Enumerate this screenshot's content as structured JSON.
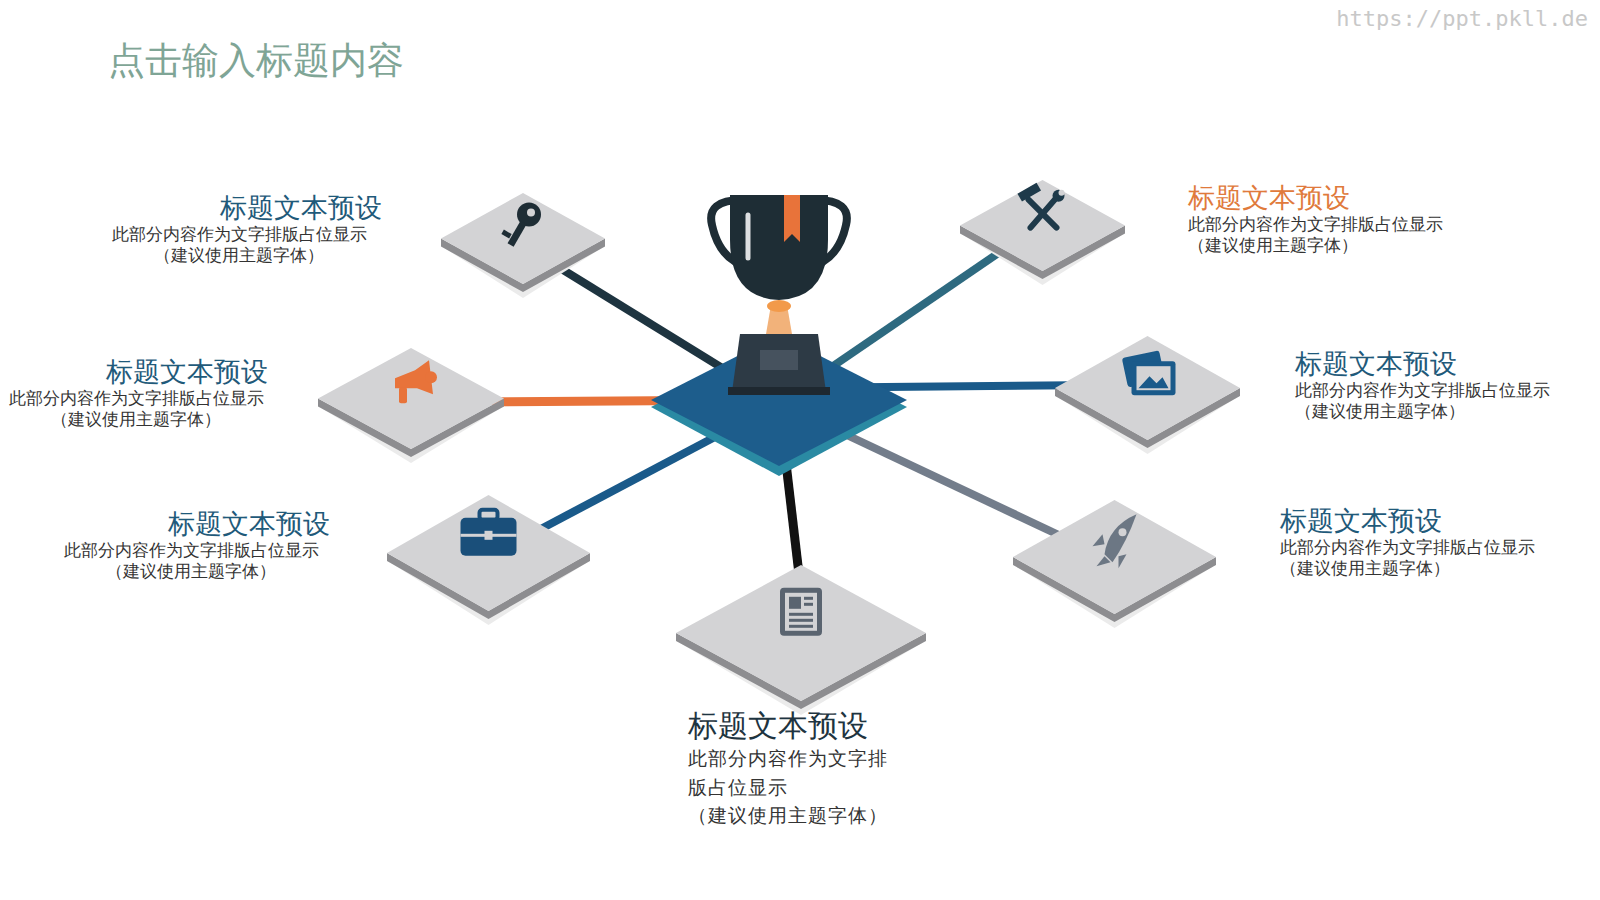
{
  "diagram": {
    "title": "点击输入标题内容",
    "nodes": [
      {
        "text": [
          "标题文本预设",
          "此部分内容作为文字排版占位显示 （建议使用主题字体）"
        ]
      },
      {
        "text": [
          "标题文本预设",
          "此部分内容作为文字排版占位显示 （建议使用主题字体）"
        ]
      },
      {
        "text": [
          "标题文本预设",
          "此部分内容作为文字排版占位显示 （建议使用主题字体）"
        ]
      },
      {
        "text": [
          "标题文本预设",
          "此部分内容作为文字排版占位显示 （建议使用主题字体）"
        ]
      },
      {
        "text": [
          "标题文本预设",
          "此部分内容作为文字排版占位显示 （建议使用主题字体）"
        ]
      },
      {
        "text": [
          "标题文本预设",
          "此部分内容作为文字排版占位显示 （建议使用主题字体）"
        ]
      },
      {
        "text": [
          "标题文本预设",
          "此部分内容作为文字排 版占位显示 （建议使用主题字体）"
        ]
      }
    ],
    "labels": [
      "https://ppt.pkll.de"
    ]
  }
}
